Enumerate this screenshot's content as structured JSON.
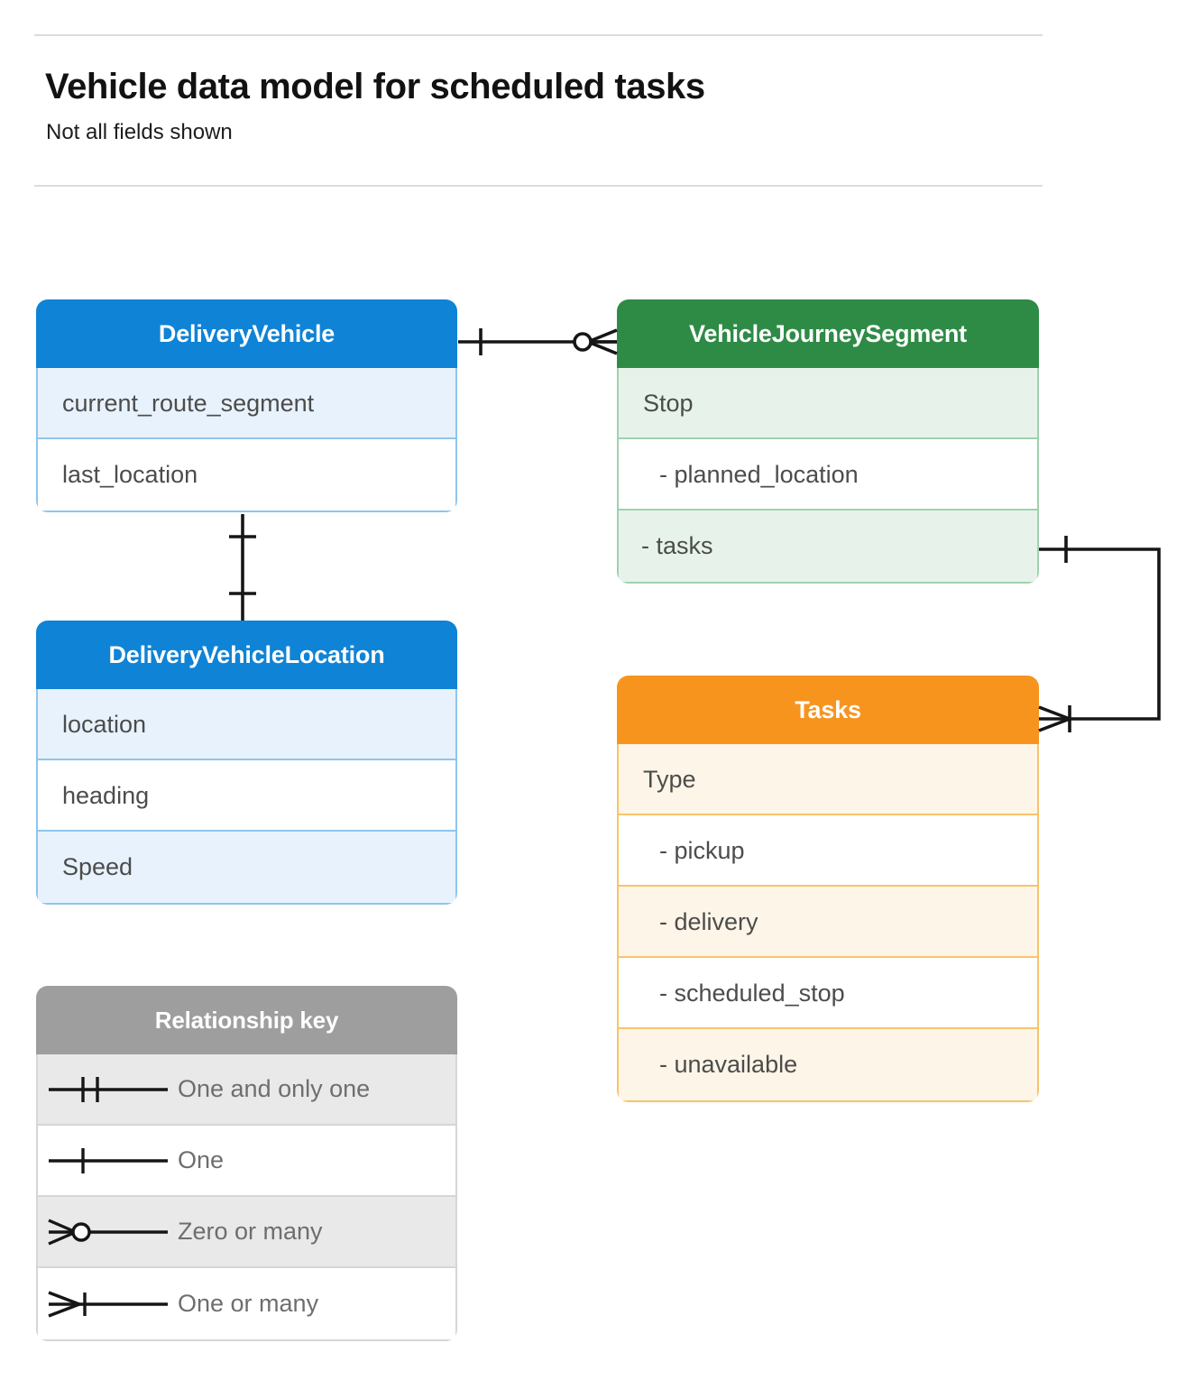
{
  "header": {
    "title": "Vehicle data model for scheduled tasks",
    "subtitle": "Not all fields shown"
  },
  "entities": [
    {
      "id": "delivery-vehicle",
      "name": "DeliveryVehicle",
      "color": "#0f83d6",
      "rows": [
        {
          "label": "current_route_segment"
        },
        {
          "label": "last_location"
        }
      ]
    },
    {
      "id": "journey-segment",
      "name": "VehicleJourneySegment",
      "color": "#2e8b46",
      "rows": [
        {
          "label": "Stop"
        },
        {
          "label": "-  planned_location"
        },
        {
          "label": "- tasks"
        }
      ]
    },
    {
      "id": "vehicle-location",
      "name": "DeliveryVehicleLocation",
      "color": "#0f83d6",
      "rows": [
        {
          "label": "location"
        },
        {
          "label": "heading"
        },
        {
          "label": "Speed"
        }
      ]
    },
    {
      "id": "tasks",
      "name": "Tasks",
      "color": "#f7941e",
      "rows": [
        {
          "label": "Type"
        },
        {
          "label": "-  pickup"
        },
        {
          "label": "-  delivery"
        },
        {
          "label": "-  scheduled_stop"
        },
        {
          "label": "-  unavailable"
        }
      ]
    }
  ],
  "legend": {
    "title": "Relationship key",
    "color": "#9e9e9e",
    "items": [
      {
        "symbol": "one-and-only-one-symbol",
        "label": "One and only one"
      },
      {
        "symbol": "one-symbol",
        "label": "One"
      },
      {
        "symbol": "zero-or-many-symbol",
        "label": "Zero or many"
      },
      {
        "symbol": "one-or-many-symbol",
        "label": "One or many"
      }
    ]
  },
  "relationships": [
    {
      "id": "vehicle-to-segment",
      "from": "DeliveryVehicle",
      "to": "VehicleJourneySegment",
      "from_cardinality": "One",
      "to_cardinality": "Zero or many"
    },
    {
      "id": "vehicle-to-location",
      "from": "DeliveryVehicle",
      "to": "DeliveryVehicleLocation",
      "from_cardinality": "One",
      "to_cardinality": "One"
    },
    {
      "id": "segment-tasks-to-tasks",
      "from": "VehicleJourneySegment.tasks",
      "to": "Tasks",
      "from_cardinality": "One",
      "to_cardinality": "One or many"
    }
  ]
}
